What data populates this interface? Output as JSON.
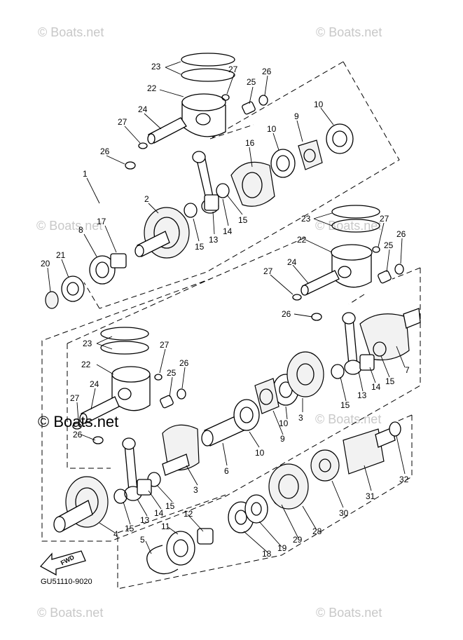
{
  "watermarks": {
    "top_left": "© Boats.net",
    "top_right": "© Boats.net",
    "mid_left": "© Boats.net",
    "mid_right": "© Boats.net",
    "center_strong": "© Boats.net",
    "lower_right": "© Boats.net",
    "bottom_left": "© Boats.net",
    "bottom_right": "© Boats.net"
  },
  "diagram_code": "GU51110-9020",
  "fwd_label": "FWD",
  "callouts": [
    {
      "id": "c23a",
      "text": "23"
    },
    {
      "id": "c27a",
      "text": "27"
    },
    {
      "id": "c26a",
      "text": "26"
    },
    {
      "id": "c25a",
      "text": "25"
    },
    {
      "id": "c22a",
      "text": "22"
    },
    {
      "id": "c24a",
      "text": "24"
    },
    {
      "id": "c27b",
      "text": "27"
    },
    {
      "id": "c9a",
      "text": "9"
    },
    {
      "id": "c10a",
      "text": "10"
    },
    {
      "id": "c10b",
      "text": "10"
    },
    {
      "id": "c26b",
      "text": "26"
    },
    {
      "id": "c16",
      "text": "16"
    },
    {
      "id": "c1",
      "text": "1"
    },
    {
      "id": "c2",
      "text": "2"
    },
    {
      "id": "c17",
      "text": "17"
    },
    {
      "id": "c8",
      "text": "8"
    },
    {
      "id": "c21",
      "text": "21"
    },
    {
      "id": "c20",
      "text": "20"
    },
    {
      "id": "c15a",
      "text": "15"
    },
    {
      "id": "c13a",
      "text": "13"
    },
    {
      "id": "c14a",
      "text": "14"
    },
    {
      "id": "c15b",
      "text": "15"
    },
    {
      "id": "c23b",
      "text": "23"
    },
    {
      "id": "c27c",
      "text": "27"
    },
    {
      "id": "c26c",
      "text": "26"
    },
    {
      "id": "c22b",
      "text": "22"
    },
    {
      "id": "c25b",
      "text": "25"
    },
    {
      "id": "c24b",
      "text": "24"
    },
    {
      "id": "c27d",
      "text": "27"
    },
    {
      "id": "c26d",
      "text": "26"
    },
    {
      "id": "c7",
      "text": "7"
    },
    {
      "id": "c15c",
      "text": "15"
    },
    {
      "id": "c14b",
      "text": "14"
    },
    {
      "id": "c13b",
      "text": "13"
    },
    {
      "id": "c15d",
      "text": "15"
    },
    {
      "id": "c23c",
      "text": "23"
    },
    {
      "id": "c27e",
      "text": "27"
    },
    {
      "id": "c26e",
      "text": "26"
    },
    {
      "id": "c22c",
      "text": "22"
    },
    {
      "id": "c25c",
      "text": "25"
    },
    {
      "id": "c24c",
      "text": "24"
    },
    {
      "id": "c27f",
      "text": "27"
    },
    {
      "id": "c26f",
      "text": "26"
    },
    {
      "id": "c3a",
      "text": "3"
    },
    {
      "id": "c10c",
      "text": "10"
    },
    {
      "id": "c9b",
      "text": "9"
    },
    {
      "id": "c10d",
      "text": "10"
    },
    {
      "id": "c6",
      "text": "6"
    },
    {
      "id": "c3b",
      "text": "3"
    },
    {
      "id": "c32",
      "text": "32"
    },
    {
      "id": "c31",
      "text": "31"
    },
    {
      "id": "c30",
      "text": "30"
    },
    {
      "id": "c15e",
      "text": "15"
    },
    {
      "id": "c14c",
      "text": "14"
    },
    {
      "id": "c13c",
      "text": "13"
    },
    {
      "id": "c15f",
      "text": "15"
    },
    {
      "id": "c12",
      "text": "12"
    },
    {
      "id": "c11",
      "text": "11"
    },
    {
      "id": "c5",
      "text": "5"
    },
    {
      "id": "c4",
      "text": "4"
    },
    {
      "id": "c28",
      "text": "28"
    },
    {
      "id": "c29",
      "text": "29"
    },
    {
      "id": "c19",
      "text": "19"
    },
    {
      "id": "c18",
      "text": "18"
    }
  ]
}
